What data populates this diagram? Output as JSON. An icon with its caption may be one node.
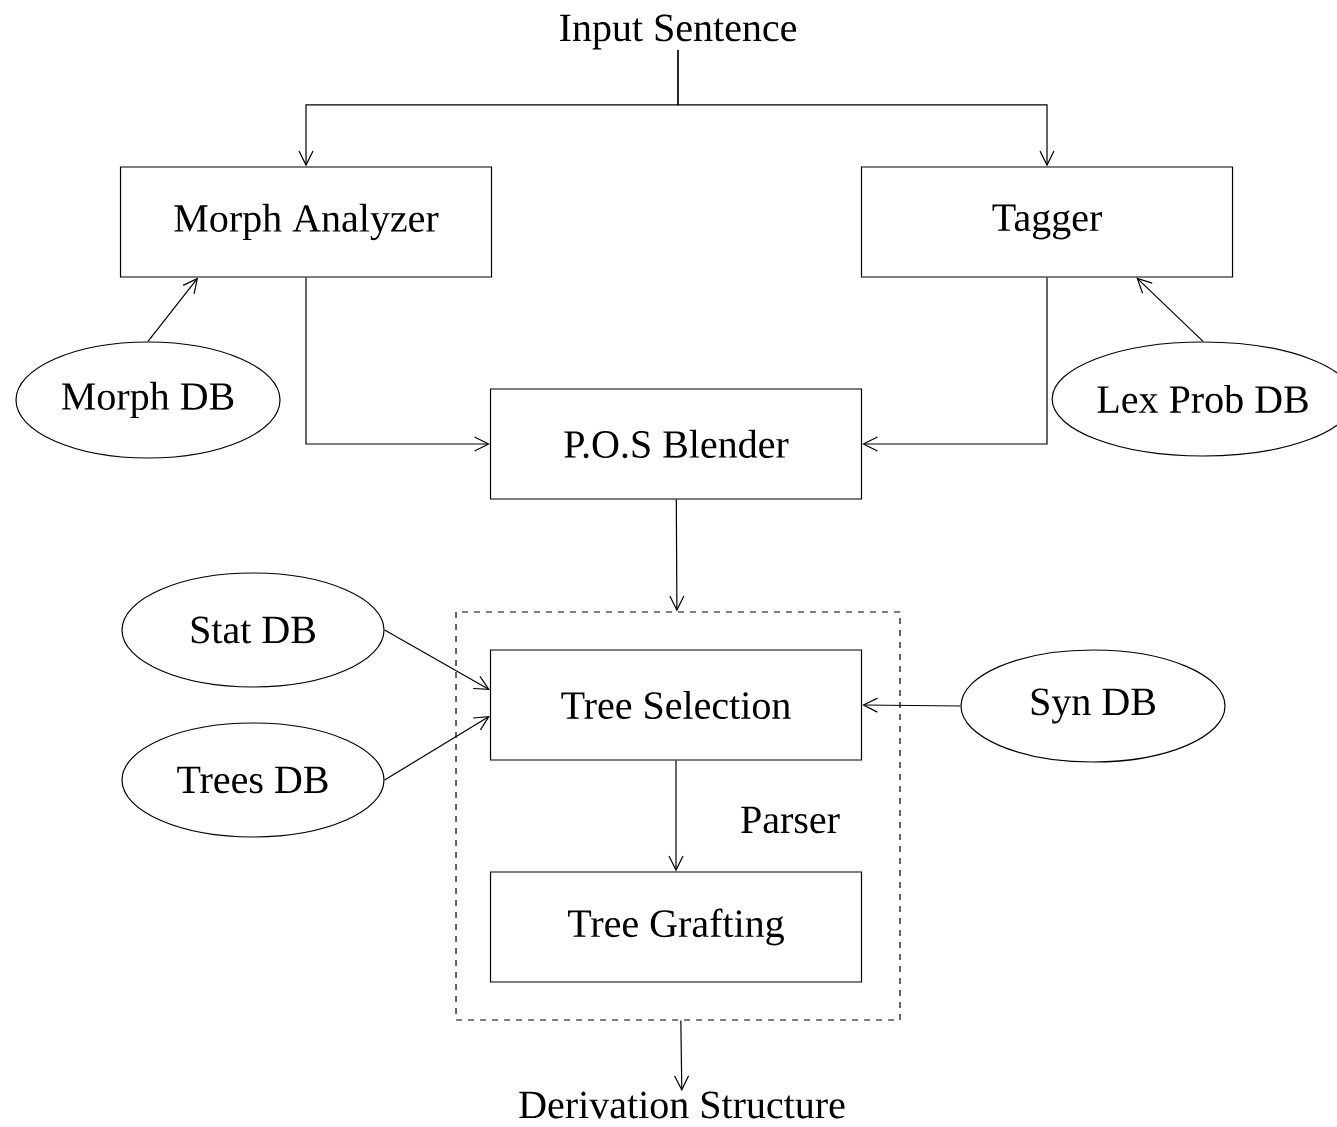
{
  "diagram": {
    "nodes": [
      {
        "text": [
          "Input Sentence"
        ]
      },
      {
        "text": [
          "Morph Analyzer"
        ]
      },
      {
        "text": [
          "Tagger"
        ]
      },
      {
        "text": [
          "Morph DB"
        ]
      },
      {
        "text": [
          "Lex Prob DB"
        ]
      },
      {
        "text": [
          "P.O.S Blender"
        ]
      },
      {
        "text": [
          "Parser"
        ]
      },
      {
        "text": [
          "Stat DB"
        ]
      },
      {
        "text": [
          "Trees DB"
        ]
      },
      {
        "text": [
          "Tree Selection"
        ],
        "in": 6
      },
      {
        "text": [
          "Syn DB"
        ]
      },
      {
        "text": [
          "Tree Grafting"
        ],
        "in": 6
      },
      {
        "text": [
          "Derivation Structure"
        ]
      }
    ],
    "edges": [
      {
        "from": 0,
        "to": 1,
        "arrow": "to"
      },
      {
        "from": 0,
        "to": 2,
        "arrow": "to"
      },
      {
        "from": 3,
        "to": 1,
        "arrow": "to"
      },
      {
        "from": 4,
        "to": 2,
        "arrow": "to"
      },
      {
        "from": 1,
        "to": 5,
        "arrow": "to"
      },
      {
        "from": 2,
        "to": 5,
        "arrow": "to"
      },
      {
        "from": 5,
        "to": 6,
        "arrow": "to"
      },
      {
        "from": 7,
        "to": 9,
        "arrow": "to"
      },
      {
        "from": 8,
        "to": 9,
        "arrow": "to"
      },
      {
        "from": 10,
        "to": 9,
        "arrow": "to"
      },
      {
        "from": 9,
        "to": 11,
        "arrow": "to"
      },
      {
        "from": 6,
        "to": 12,
        "arrow": "to"
      }
    ]
  }
}
